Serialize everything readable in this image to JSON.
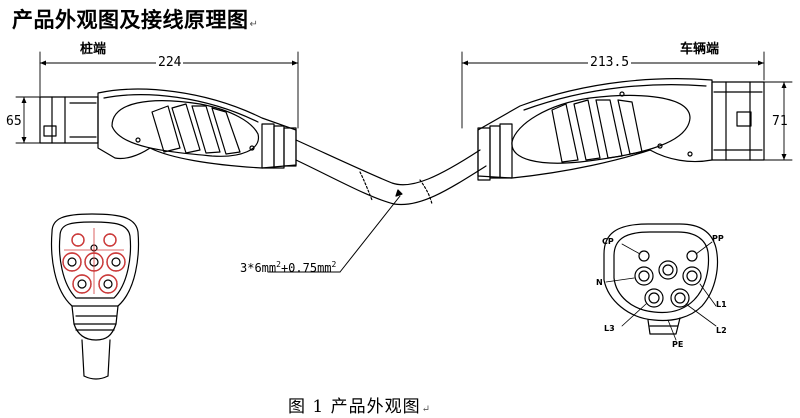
{
  "title": "产品外观图及接线原理图",
  "title_mark": "↵",
  "labels": {
    "pile_end": "桩端",
    "vehicle_end": "车辆端"
  },
  "dimensions": {
    "pile_length": "224",
    "pile_height": "65",
    "vehicle_length": "213.5",
    "vehicle_height": "71",
    "cable_spec_base": "3*6mm",
    "cable_spec_mid": "+0.75mm",
    "cable_spec_sup": "2"
  },
  "vehicle_pins": [
    "CP",
    "PP",
    "N",
    "L1",
    "L3",
    "L2",
    "PE"
  ],
  "caption": "图 1 产品外观图",
  "caption_mark": "↵"
}
